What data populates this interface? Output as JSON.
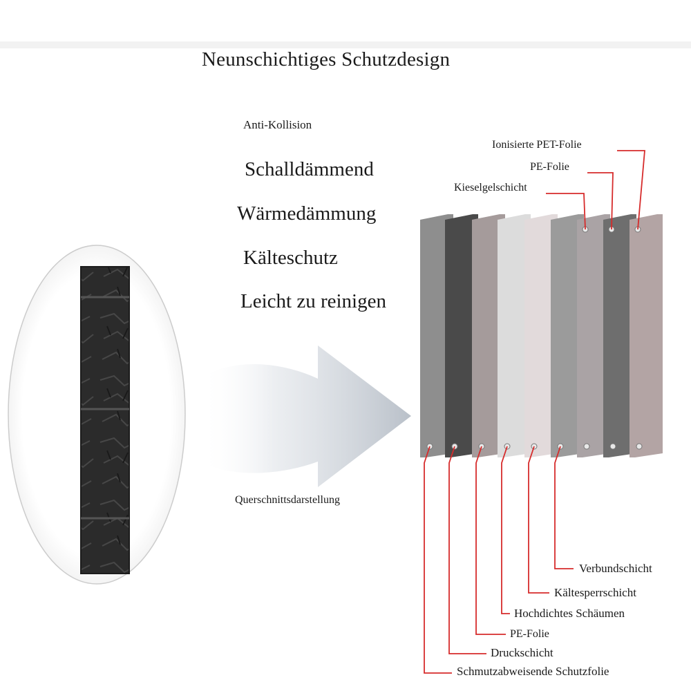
{
  "title": "Neunschichtiges Schutzdesign",
  "features": [
    "Anti-Kollision",
    "Schalldämmend",
    "Wärmedämmung",
    "Kälteschutz",
    "Leicht zu reinigen"
  ],
  "cross_section_label": "Querschnittsdarstellung",
  "top_labels": [
    "Ionisierte PET-Folie",
    "PE-Folie",
    "Kieselgelschicht"
  ],
  "bottom_labels": [
    "Verbundschicht",
    "Kältesperrschicht",
    "Hochdichtes Schäumen",
    "PE-Folie",
    "Druckschicht",
    "Schmutzabweisende Schutzfolie"
  ],
  "colors": {
    "leader": "#d62b2b",
    "arrow": "#c2c8d0",
    "panel_wall": "#2b2b2b",
    "layers": [
      "#8e8e8e",
      "#4a4a4a",
      "#a59b9b",
      "#dcdcdc",
      "#e2dadb",
      "#9b9b9b",
      "#aaa3a5",
      "#6e6e6e",
      "#b3a4a4"
    ]
  }
}
